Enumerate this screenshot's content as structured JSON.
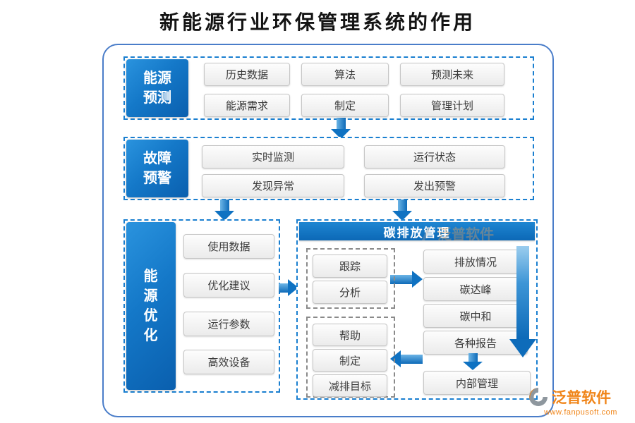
{
  "title": "新能源行业环保管理系统的作用",
  "sections": {
    "forecast": {
      "label": "能源\n预测",
      "items": [
        "历史数据",
        "算法",
        "预测未来",
        "能源需求",
        "制定",
        "管理计划"
      ]
    },
    "warning": {
      "label": "故障\n预警",
      "items": [
        "实时监测",
        "运行状态",
        "发现异常",
        "发出预警"
      ]
    },
    "optimize": {
      "label": "能\n源\n优\n化",
      "items": [
        "使用数据",
        "优化建议",
        "运行参数",
        "高效设备"
      ]
    },
    "carbon": {
      "header": "碳排放管理",
      "track_items": [
        "跟踪",
        "分析"
      ],
      "report_items": [
        "排放情况",
        "碳达峰",
        "碳中和",
        "各种报告"
      ],
      "internal_label": "内部管理",
      "plan_items": [
        "帮助",
        "制定",
        "减排目标"
      ]
    }
  },
  "watermark": {
    "text": "泛普软件"
  },
  "logo": {
    "brand": "泛普软件",
    "url": "www.fanpusoft.com"
  },
  "colors": {
    "primary_blue": "#0f72c2",
    "dash_blue": "#1a7fd0",
    "container_border": "#4a7dc9",
    "accent_orange": "#f08519"
  }
}
